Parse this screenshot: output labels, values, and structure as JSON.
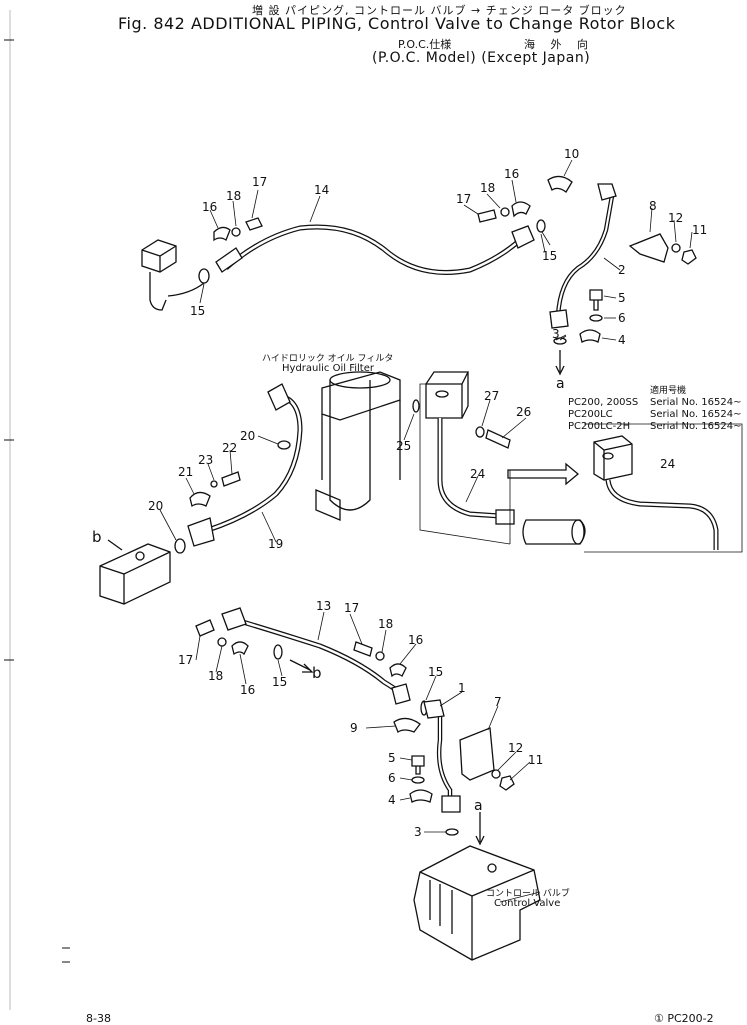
{
  "header": {
    "jp_line": "増 設   パイピング, コントロール バルブ → チェンジ ロータ ブロック",
    "title": "Fig. 842  ADDITIONAL PIPING, Control Valve to Change Rotor Block",
    "poc_jp": "P.O.C.仕様",
    "overseas_jp": "海 外 向",
    "subtitle": "(P.O.C. Model) (Except Japan)"
  },
  "labels": {
    "hydraulic_filter_jp": "ハイドロリック オイル フィルタ",
    "hydraulic_filter": "Hydraulic Oil Filter",
    "control_valve_jp": "コントロール バルブ",
    "control_valve": "Control Valve"
  },
  "applicability": {
    "header_jp": "適用号機",
    "rows": [
      {
        "model": "PC200, 200SS",
        "serial": "Serial No. 16524~"
      },
      {
        "model": "PC200LC",
        "serial": "Serial No. 16524~"
      },
      {
        "model": "PC200LC-2H",
        "serial": "Serial No. 16524~"
      }
    ]
  },
  "callouts": {
    "n1": "1",
    "n2": "2",
    "n3": "3",
    "n4": "4",
    "n5": "5",
    "n6": "6",
    "n7": "7",
    "n8": "8",
    "n9": "9",
    "n10": "10",
    "n11": "11",
    "n12": "12",
    "n13": "13",
    "n14": "14",
    "n15": "15",
    "n16": "16",
    "n17": "17",
    "n18": "18",
    "n19": "19",
    "n20": "20",
    "n21": "21",
    "n22": "22",
    "n23": "23",
    "n24": "24",
    "n25": "25",
    "n26": "26",
    "n27": "27",
    "a": "a",
    "b": "b"
  },
  "footer": {
    "left": "8-38",
    "right": "① PC200-2"
  }
}
